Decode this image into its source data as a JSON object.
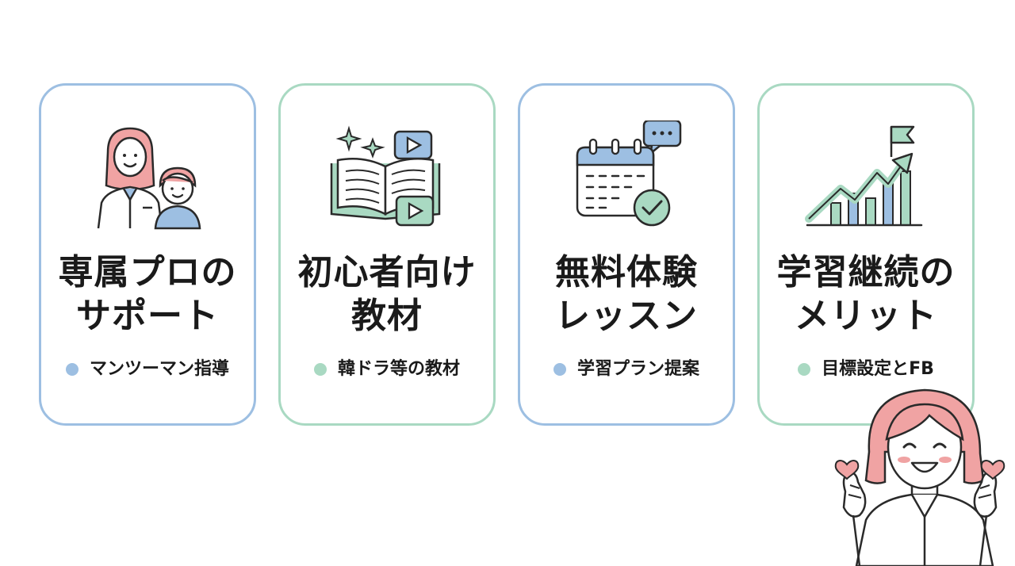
{
  "colors": {
    "blue": "#9dbfe2",
    "green": "#a9d9c2",
    "pink": "#f0a3a3",
    "ink": "#2a2a2a"
  },
  "cards": [
    {
      "icon": "tutor-with-child-icon",
      "accent": "blue",
      "title_lines": [
        "専属プロの",
        "サポート"
      ],
      "note": "マンツーマン指導"
    },
    {
      "icon": "open-book-with-videos-icon",
      "accent": "green",
      "title_lines": [
        "初心者向け",
        "教材"
      ],
      "note": "韓ドラ等の教材"
    },
    {
      "icon": "calendar-check-icon",
      "accent": "blue",
      "title_lines": [
        "無料体験",
        "レッスン"
      ],
      "note": "学習プラン提案"
    },
    {
      "icon": "growth-chart-flag-icon",
      "accent": "green",
      "title_lines": [
        "学習継続の",
        "メリット"
      ],
      "note": "目標設定とFB"
    }
  ],
  "mascot": {
    "icon": "smiling-woman-finger-hearts-icon"
  }
}
